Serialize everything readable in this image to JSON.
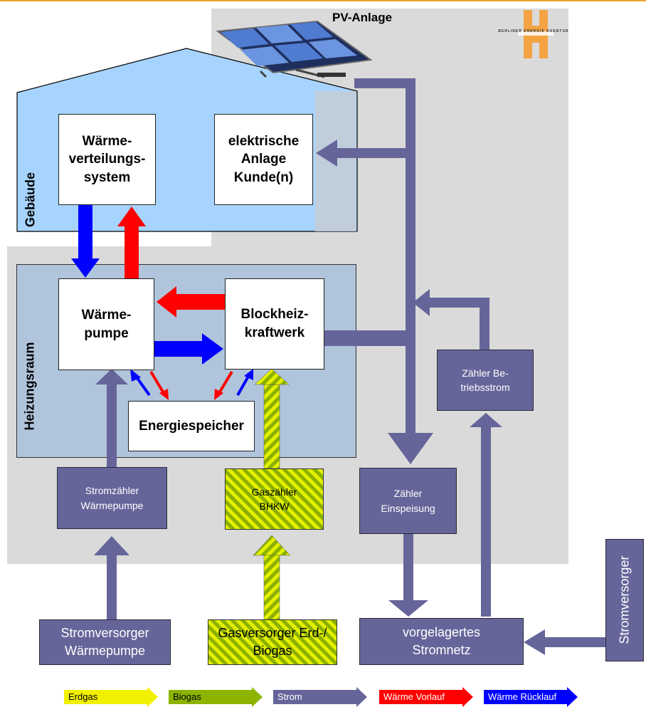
{
  "labels": {
    "pv": "PV-Anlage",
    "building": "Gebäude",
    "heating_room": "Heizungsraum",
    "stromversorger_side": "Stromversorger"
  },
  "logo_text": "BERLINER ENERGIE AGENTUR",
  "boxes": {
    "waermeverteilung": [
      "Wärme-",
      "verteilungs-",
      "system"
    ],
    "elektrische_anlage": [
      "elektrische",
      "Anlage",
      "Kunde(n)"
    ],
    "waermepumpe": [
      "Wärme-",
      "pumpe"
    ],
    "bhkw": [
      "Blockheiz-",
      "kraftwerk"
    ],
    "energiespeicher": "Energiespeicher"
  },
  "meters": {
    "strom_wp": [
      "Stromzähler",
      "Wärmepumpe"
    ],
    "gas_bhkw": [
      "Gaszähler",
      "BHKW"
    ],
    "einspeisung": [
      "Zähler",
      "Einspeisung"
    ],
    "betriebsstrom": [
      "Zähler Be-",
      "triebsstrom"
    ]
  },
  "suppliers": {
    "strom_wp": [
      "Stromversorger",
      "Wärmepumpe"
    ],
    "gas": [
      "Gasversorger Erd-/",
      "Biogas"
    ],
    "netz": [
      "vorgelagertes",
      "Stromnetz"
    ]
  },
  "legend": [
    {
      "label": "Erdgas",
      "color": "#f0f000"
    },
    {
      "label": "Biogas",
      "color": "#8cb400"
    },
    {
      "label": "Strom",
      "color": "#66659a"
    },
    {
      "label": "Wärme Vorlauf",
      "color": "#ff0000"
    },
    {
      "label": "Wärme Rücklauf",
      "color": "#0000ff"
    }
  ],
  "colors": {
    "strom": "#66659a",
    "vorlauf": "#ff0000",
    "ruecklauf": "#0000ff",
    "zone": "#dadada",
    "building": "#a7d4ff",
    "heating_room": "#b0c4dc"
  }
}
